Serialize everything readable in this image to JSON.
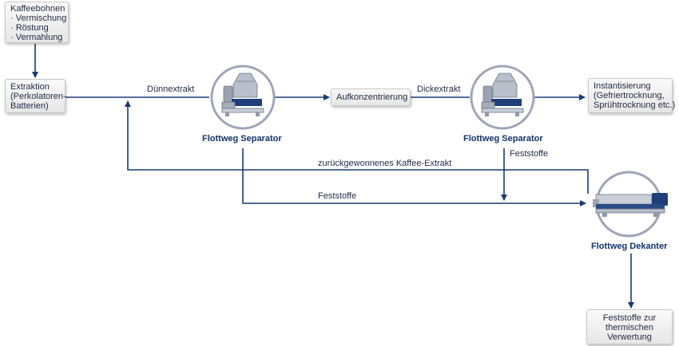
{
  "boxes": {
    "beans": {
      "title": "Kaffeebohnen",
      "items": [
        "· Vermischung",
        "· Röstung",
        "· Vermahlung"
      ]
    },
    "extraction": {
      "lines": [
        "Extraktion",
        "(Perkolatoren-",
        "Batterien)"
      ]
    },
    "concentration": {
      "label": "Aufkonzentrierung"
    },
    "instant": {
      "lines": [
        "Instantisierung",
        "(Gefriertrocknung,",
        "Sprühtrocknung etc.)"
      ]
    },
    "solids_out": {
      "lines": [
        "Feststoffe zur",
        "thermischen",
        "Verwertung"
      ]
    }
  },
  "flow_labels": {
    "thin_extract": "Dünnextrakt",
    "thick_extract": "Dickextrakt",
    "recovered_extract": "zurückgewonnenes Kaffee-Extrakt",
    "solids_1": "Feststoffe",
    "solids_2": "Feststoffe"
  },
  "machines": {
    "separator_1": "Flottweg Separator",
    "separator_2": "Flottweg Separator",
    "decanter": "Flottweg Dekanter"
  },
  "colors": {
    "line": "#1a3a73",
    "brand": "#12336b",
    "ring": "#9ea4b8"
  }
}
